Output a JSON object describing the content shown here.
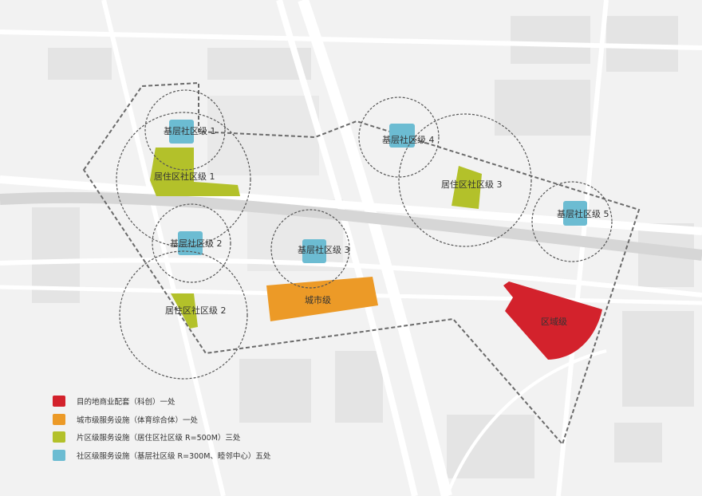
{
  "colors": {
    "regional": "#d3222c",
    "city": "#ec9a27",
    "district": "#b3c12a",
    "community": "#6cbcd2",
    "boundary": "#6a6a6a"
  },
  "labels": {
    "community1": "基层社区级 1",
    "community2": "基层社区级 2",
    "community3": "基层社区级 3",
    "community4": "基层社区级 4",
    "community5": "基层社区级 5",
    "residential1": "居住区社区级 1",
    "residential2": "居住区社区级 2",
    "residential3": "居住区社区级 3",
    "city": "城市级",
    "regional": "区域级"
  },
  "legend": [
    {
      "key": "regional",
      "text": "目的地商业配套（科创）一处"
    },
    {
      "key": "city",
      "text": "城市级服务设施（体育综合体）一处"
    },
    {
      "key": "district",
      "text": "片区级服务设施（居住区社区级 R=500M）三处"
    },
    {
      "key": "community",
      "text": "社区级服务设施（基层社区级 R=300M、睦邻中心）五处"
    }
  ]
}
